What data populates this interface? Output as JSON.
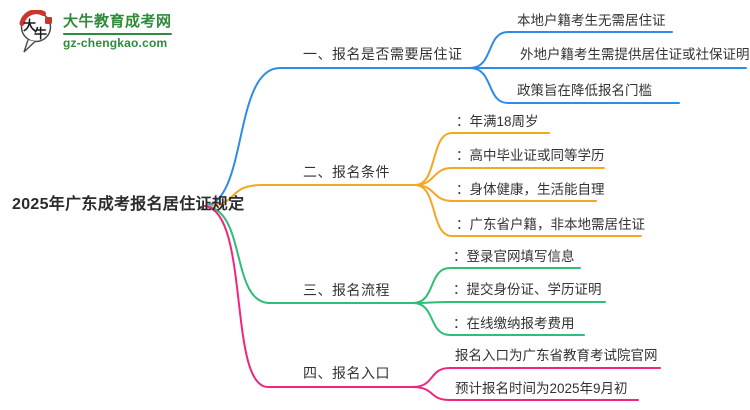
{
  "logo": {
    "icon_char_1": "大",
    "icon_char_2": "牛",
    "title": "大牛教育成考网",
    "domain": "gz-chengkao.com",
    "brand_color": "#2e8b3a",
    "seal_color": "#c9362c"
  },
  "root": {
    "label": "2025年广东成考报名居住证规定"
  },
  "branches": [
    {
      "label": "一、报名是否需要居住证",
      "color": "#2E8BE8",
      "children": [
        "本地户籍考生无需居住证",
        "外地户籍考生需提供居住证或社保证明",
        "政策旨在降低报名门槛"
      ]
    },
    {
      "label": "二、报名条件",
      "color": "#F5A623",
      "children": [
        "：年满18周岁",
        "：高中毕业证或同等学历",
        "：身体健康，生活能自理",
        "：广东省户籍，非本地需居住证"
      ]
    },
    {
      "label": "三、报名流程",
      "color": "#2EBE76",
      "children": [
        "：登录官网填写信息",
        "：提交身份证、学历证明",
        "：在线缴纳报考费用"
      ]
    },
    {
      "label": "四、报名入口",
      "color": "#F0267C",
      "children": [
        "报名入口为广东省教育考试院官网",
        "预计报名时间为2025年9月初"
      ]
    }
  ]
}
